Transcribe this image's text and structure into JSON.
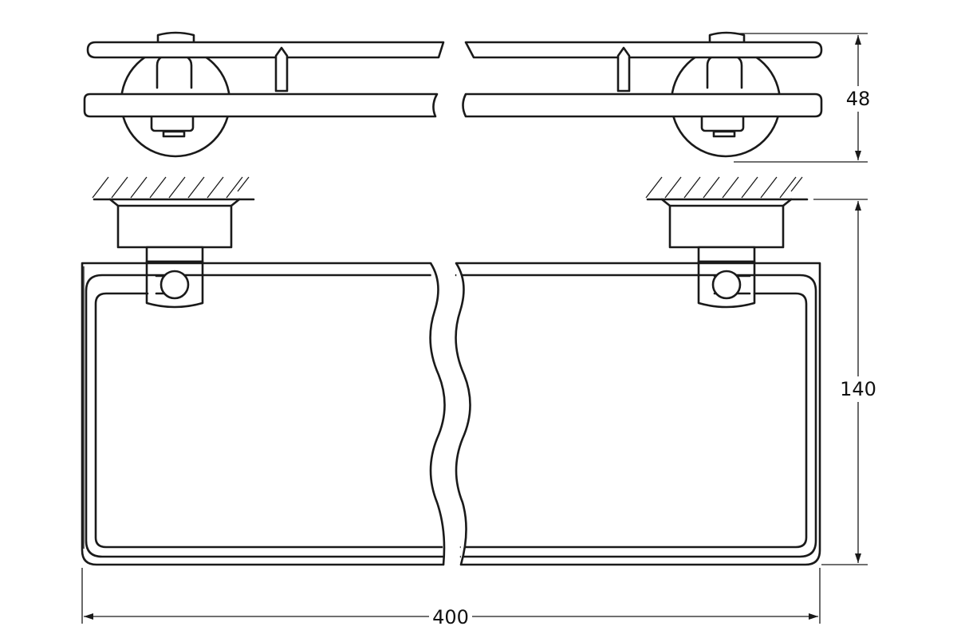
{
  "drawing": {
    "dimensions": {
      "depth": "48",
      "height": "140",
      "length": "400"
    },
    "colors": {
      "line": "#1a1a1a",
      "background": "#ffffff"
    }
  }
}
